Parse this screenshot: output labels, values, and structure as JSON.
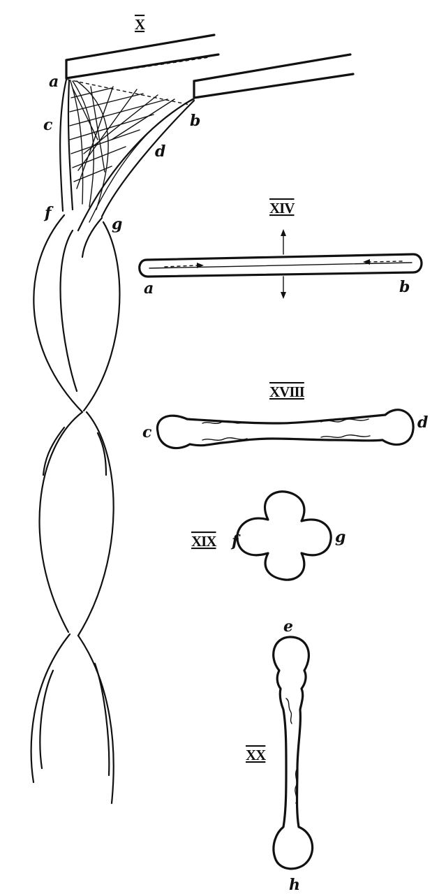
{
  "figures": {
    "X": {
      "numeral": "X",
      "labels": {
        "a": "a",
        "b": "b",
        "c": "c",
        "d": "d",
        "f": "f",
        "g": "g"
      }
    },
    "XIV": {
      "numeral": "XIV",
      "labels": {
        "a": "a",
        "b": "b"
      }
    },
    "XVIII": {
      "numeral": "XVIII",
      "labels": {
        "c": "c",
        "d": "d"
      }
    },
    "XIX": {
      "numeral": "XIX",
      "labels": {
        "f": "f",
        "g": "g"
      }
    },
    "XX": {
      "numeral": "XX",
      "labels": {
        "e": "e",
        "h": "h"
      }
    }
  },
  "colors": {
    "ink": "#111111",
    "paper": "#ffffff"
  }
}
